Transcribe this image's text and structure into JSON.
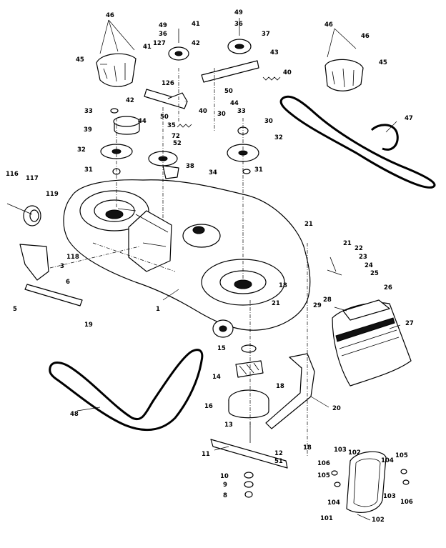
{
  "diagram": {
    "callouts": [
      {
        "id": "c46a",
        "text": "46"
      },
      {
        "id": "c49a",
        "text": "49"
      },
      {
        "id": "c41a",
        "text": "41"
      },
      {
        "id": "c49b",
        "text": "49"
      },
      {
        "id": "c36a",
        "text": "36"
      },
      {
        "id": "c36b",
        "text": "36"
      },
      {
        "id": "c127",
        "text": "127"
      },
      {
        "id": "c42a",
        "text": "42"
      },
      {
        "id": "c37",
        "text": "37"
      },
      {
        "id": "c43",
        "text": "43"
      },
      {
        "id": "c45a",
        "text": "45"
      },
      {
        "id": "c41b",
        "text": "41"
      },
      {
        "id": "c126",
        "text": "126"
      },
      {
        "id": "c40a",
        "text": "40"
      },
      {
        "id": "c50a",
        "text": "50"
      },
      {
        "id": "c42b",
        "text": "42"
      },
      {
        "id": "c44a",
        "text": "44"
      },
      {
        "id": "c33a",
        "text": "33"
      },
      {
        "id": "c50b",
        "text": "50"
      },
      {
        "id": "c40b",
        "text": "40"
      },
      {
        "id": "c44b",
        "text": "44"
      },
      {
        "id": "c35",
        "text": "35"
      },
      {
        "id": "c30a",
        "text": "30"
      },
      {
        "id": "c33b",
        "text": "33"
      },
      {
        "id": "c30b",
        "text": "30"
      },
      {
        "id": "c39",
        "text": "39"
      },
      {
        "id": "c72",
        "text": "72"
      },
      {
        "id": "c52",
        "text": "52"
      },
      {
        "id": "c32a",
        "text": "32"
      },
      {
        "id": "c32b",
        "text": "32"
      },
      {
        "id": "c38",
        "text": "38"
      },
      {
        "id": "c31a",
        "text": "31"
      },
      {
        "id": "c31b",
        "text": "31"
      },
      {
        "id": "c34",
        "text": "34"
      },
      {
        "id": "c46b",
        "text": "46"
      },
      {
        "id": "c45b",
        "text": "45"
      },
      {
        "id": "c46c",
        "text": "46"
      },
      {
        "id": "c47",
        "text": "47"
      },
      {
        "id": "c116",
        "text": "116"
      },
      {
        "id": "c117",
        "text": "117"
      },
      {
        "id": "c119",
        "text": "119"
      },
      {
        "id": "c118",
        "text": "118"
      },
      {
        "id": "c3",
        "text": "3"
      },
      {
        "id": "c6",
        "text": "6"
      },
      {
        "id": "c5",
        "text": "5"
      },
      {
        "id": "c19",
        "text": "19"
      },
      {
        "id": "c1",
        "text": "1"
      },
      {
        "id": "c21a",
        "text": "21"
      },
      {
        "id": "c21b",
        "text": "21"
      },
      {
        "id": "c22",
        "text": "22"
      },
      {
        "id": "c23",
        "text": "23"
      },
      {
        "id": "c24",
        "text": "24"
      },
      {
        "id": "c25",
        "text": "25"
      },
      {
        "id": "c26",
        "text": "26"
      },
      {
        "id": "c28",
        "text": "28"
      },
      {
        "id": "c29",
        "text": "29"
      },
      {
        "id": "c27",
        "text": "27"
      },
      {
        "id": "c18a",
        "text": "18"
      },
      {
        "id": "c21c",
        "text": "21"
      },
      {
        "id": "c15",
        "text": "15"
      },
      {
        "id": "c14",
        "text": "14"
      },
      {
        "id": "c16",
        "text": "16"
      },
      {
        "id": "c18b",
        "text": "18"
      },
      {
        "id": "c20",
        "text": "20"
      },
      {
        "id": "c48",
        "text": "48"
      },
      {
        "id": "c13",
        "text": "13"
      },
      {
        "id": "c18c",
        "text": "18"
      },
      {
        "id": "c11",
        "text": "11"
      },
      {
        "id": "c12",
        "text": "12"
      },
      {
        "id": "c51",
        "text": "51"
      },
      {
        "id": "c10",
        "text": "10"
      },
      {
        "id": "c9",
        "text": "9"
      },
      {
        "id": "c8",
        "text": "8"
      },
      {
        "id": "c106a",
        "text": "106"
      },
      {
        "id": "c103a",
        "text": "103"
      },
      {
        "id": "c102a",
        "text": "102"
      },
      {
        "id": "c104a",
        "text": "104"
      },
      {
        "id": "c105a",
        "text": "105"
      },
      {
        "id": "c105b",
        "text": "105"
      },
      {
        "id": "c104b",
        "text": "104"
      },
      {
        "id": "c103b",
        "text": "103"
      },
      {
        "id": "c106b",
        "text": "106"
      },
      {
        "id": "c101",
        "text": "101"
      },
      {
        "id": "c102b",
        "text": "102"
      }
    ]
  }
}
